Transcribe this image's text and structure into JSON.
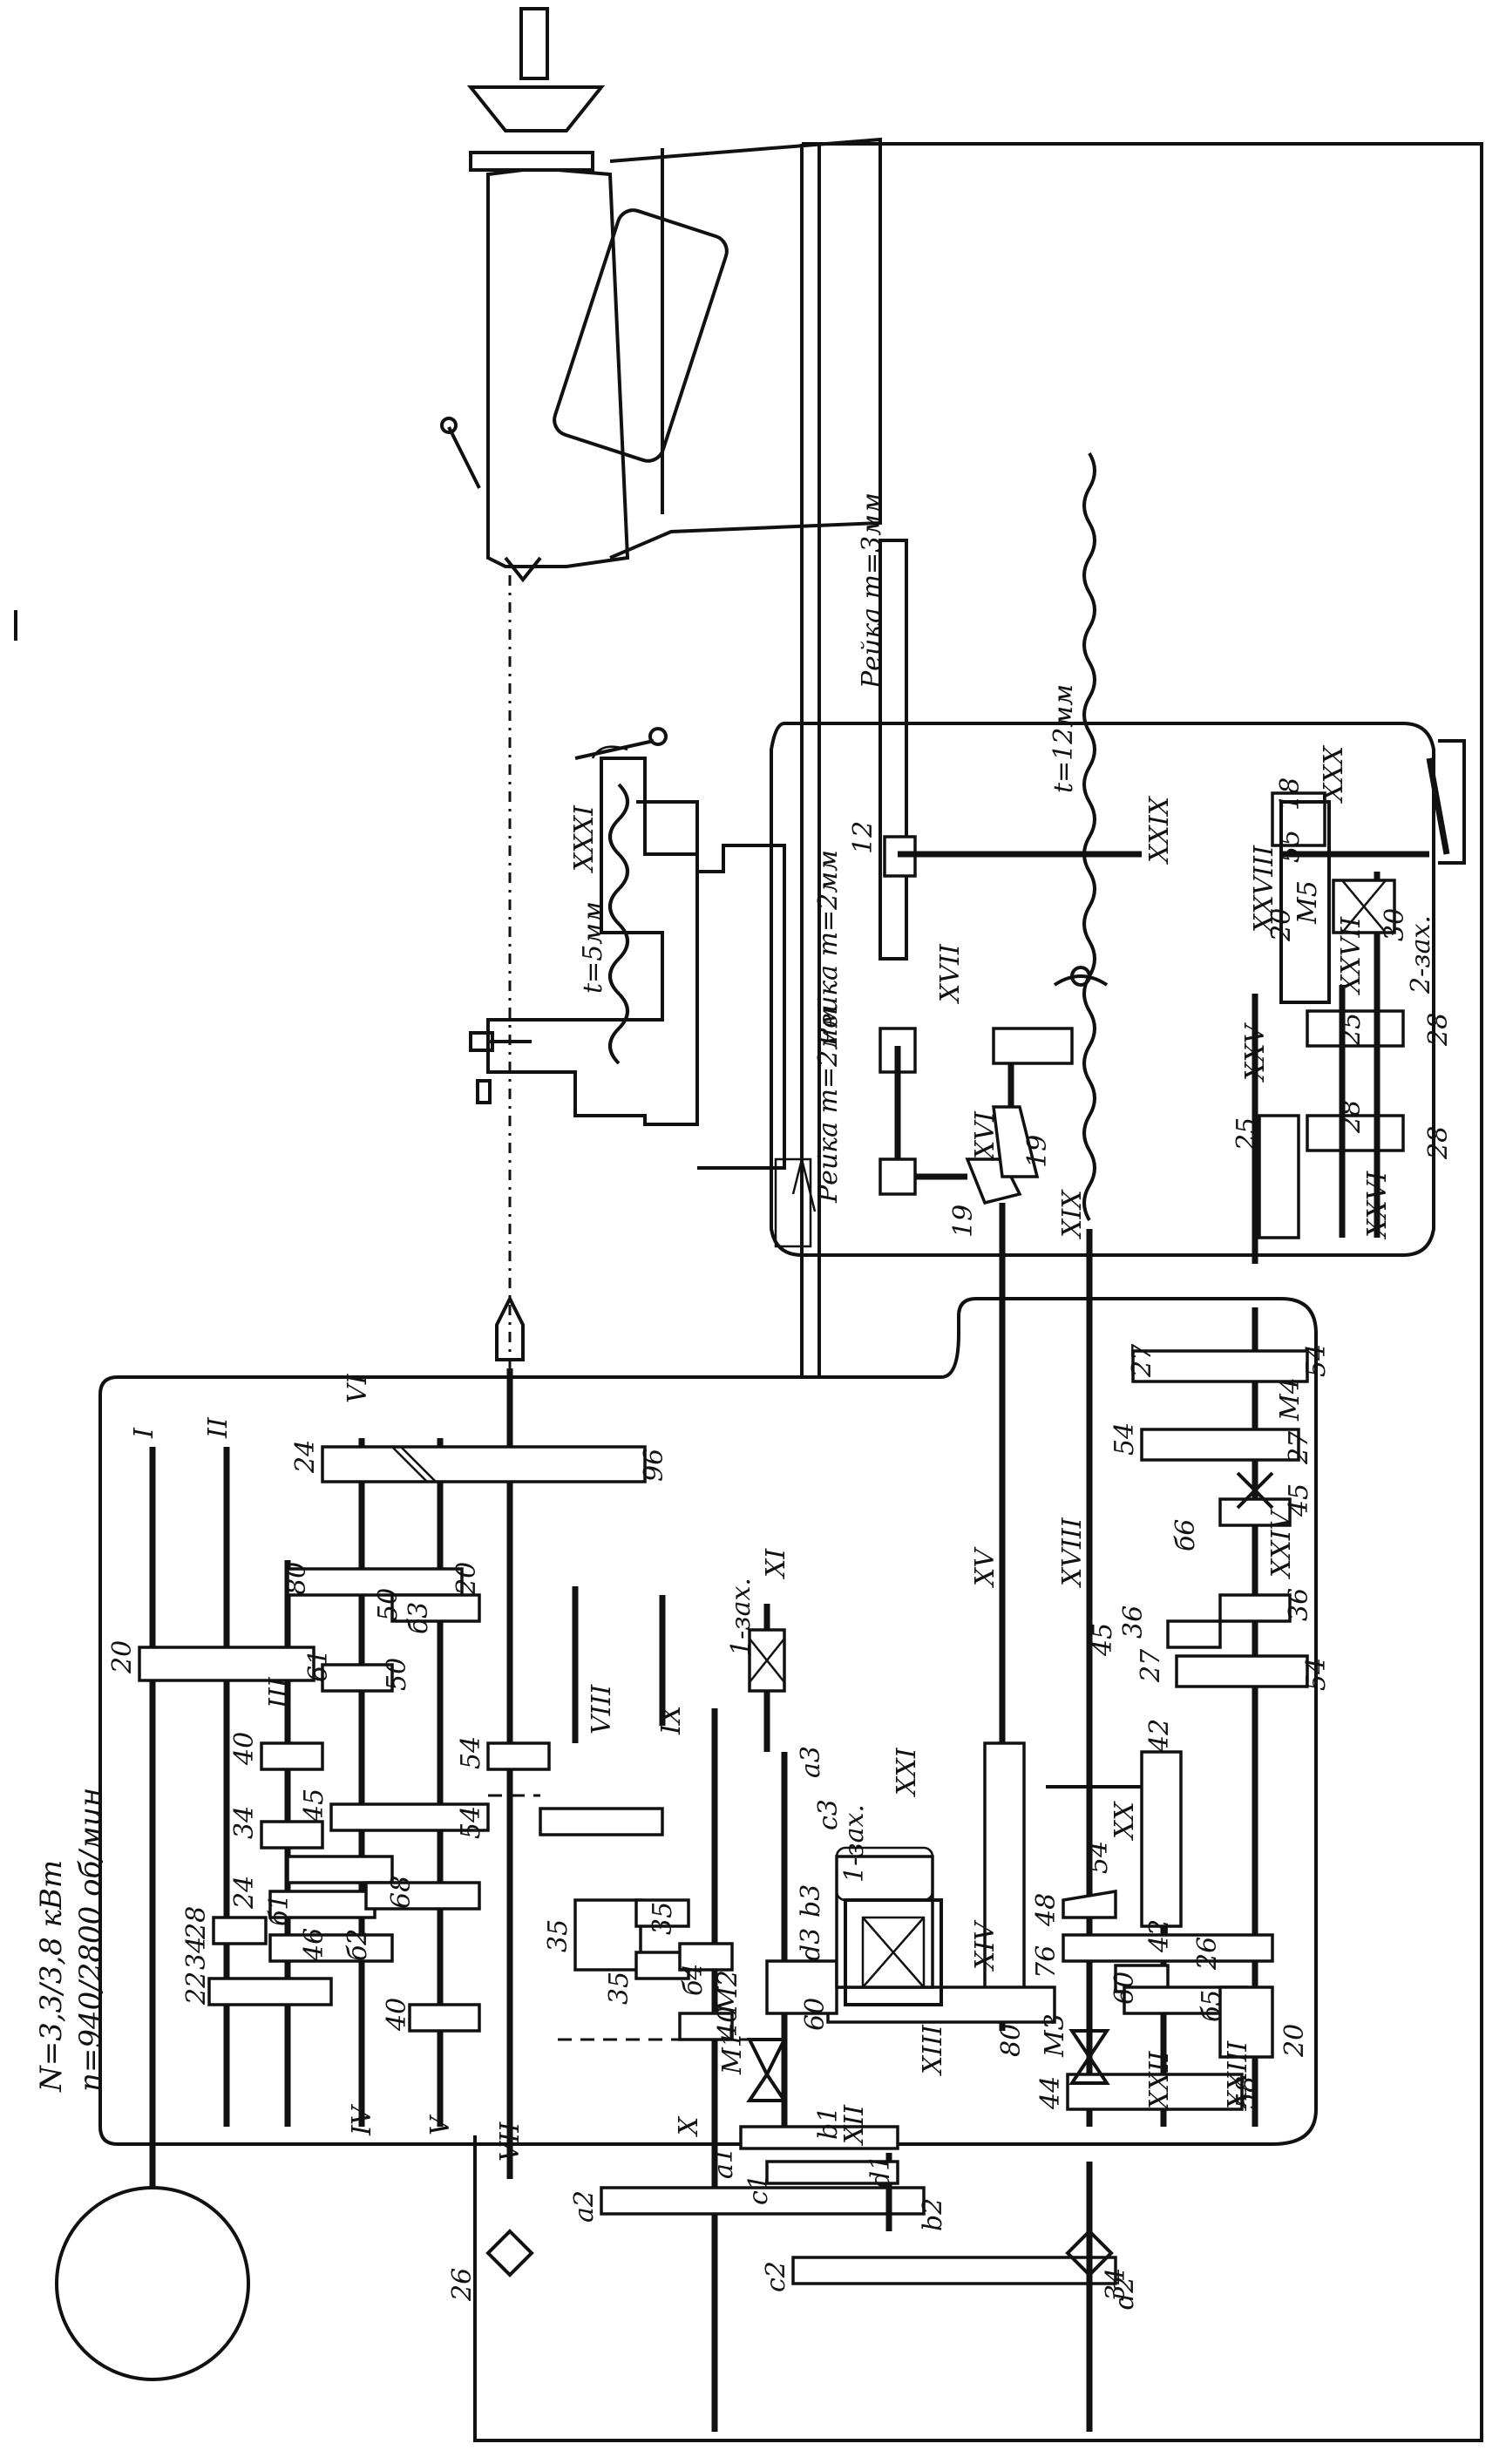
{
  "motor": {
    "power": "N=3,3/3,8 кВт",
    "speed": "n=940/2800 об/мин"
  },
  "shafts": [
    "I",
    "II",
    "III",
    "IV",
    "V",
    "VI",
    "VII",
    "VIII",
    "IX",
    "X",
    "XI",
    "XII",
    "XIII",
    "XIV",
    "XV",
    "XVI",
    "XVII",
    "XVIII",
    "XIX",
    "XX",
    "XXI",
    "XXII",
    "XXIII",
    "XXIV",
    "XXV",
    "XXVI",
    "XXVII",
    "XXVIII",
    "XXIX",
    "XXX",
    "XXXI"
  ],
  "headstock_gears": [
    "20",
    "61",
    "40",
    "34",
    "45",
    "24",
    "46",
    "28",
    "34",
    "22",
    "80",
    "50",
    "20",
    "50",
    "54",
    "54",
    "68",
    "24",
    "96",
    "40"
  ],
  "feed_gears": [
    "35",
    "35",
    "35",
    "40",
    "60",
    "80",
    "76",
    "48",
    "54",
    "42",
    "42",
    "26",
    "20",
    "60",
    "27",
    "54",
    "27",
    "54",
    "45",
    "36",
    "36",
    "45",
    "27",
    "54",
    "44",
    "58",
    "34",
    "26",
    "19",
    "19",
    "18",
    "55",
    "20",
    "25",
    "28",
    "25",
    "28",
    "28",
    "30",
    "12"
  ],
  "pick_gears": [
    "a1",
    "b1",
    "c1",
    "d1",
    "a2",
    "b2",
    "c2",
    "d2",
    "a3",
    "b3",
    "c3",
    "d3",
    "б1",
    "б2",
    "б3",
    "б4",
    "б5",
    "б6"
  ],
  "clutches": [
    "M1",
    "M2",
    "M3",
    "M4",
    "M5"
  ],
  "worm_labels": {
    "wormA": "1-зах.",
    "wormB": "1-зах.",
    "wormC": "2-зах."
  },
  "racks": {
    "rack1": "Рейка m=3мм",
    "rack2": "Рейка m=2мм",
    "rack3": "Рейка m=2мм"
  },
  "screws": {
    "lead_screw": "t=12мм",
    "cross_screw": "t=5мм"
  }
}
